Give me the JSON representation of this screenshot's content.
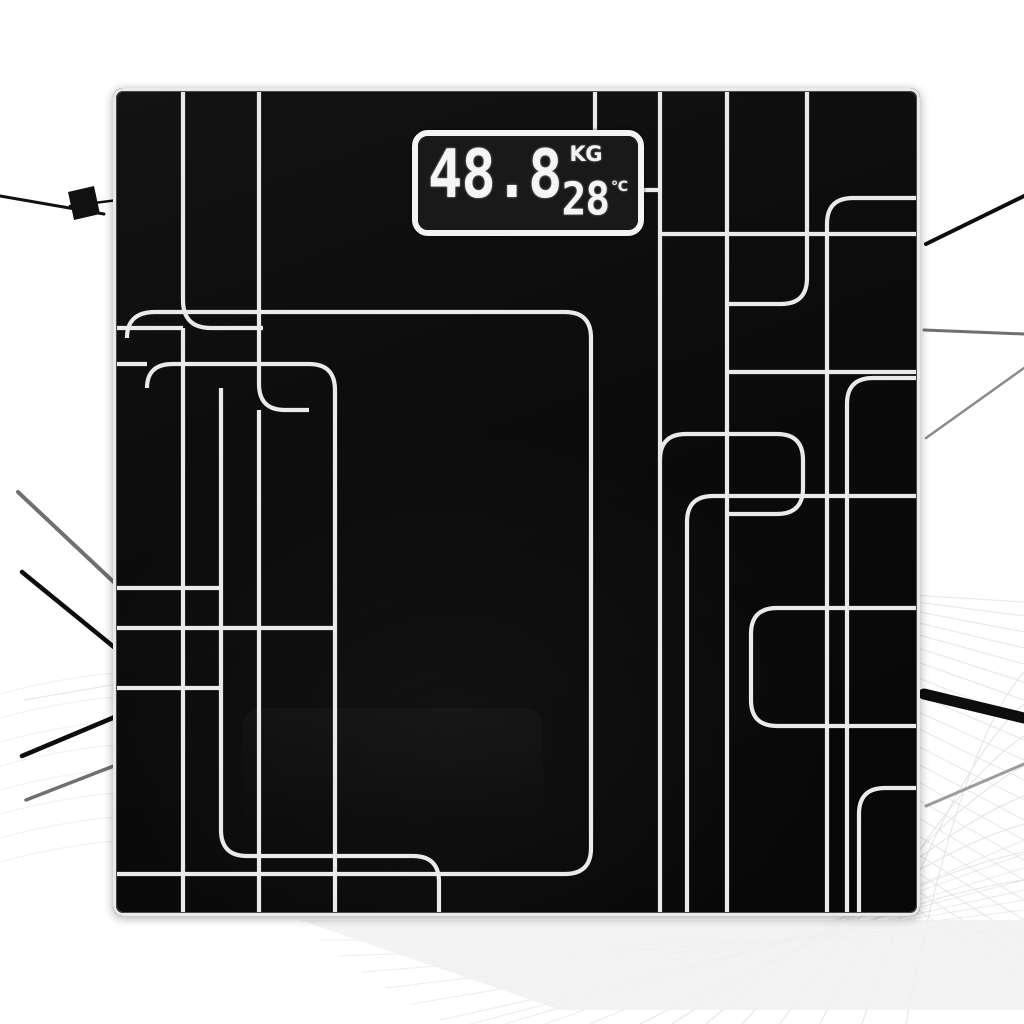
{
  "product": {
    "type": "digital-bathroom-scale",
    "platform_color": "#0a0a0a",
    "pattern_line_color": "#e9eaec",
    "bevel_color": "#e8e9ea"
  },
  "display": {
    "weight_value": "48.8",
    "weight_unit": "KG",
    "temperature_value": "28",
    "temperature_unit": "℃",
    "frame_color": "#f2f3f4",
    "screen_color": "#191919",
    "segment_color": "#f4f5f6"
  },
  "background": {
    "page_color": "#ffffff",
    "accent_line_color": "#111111",
    "fan_line_color": "#d8d9db"
  }
}
